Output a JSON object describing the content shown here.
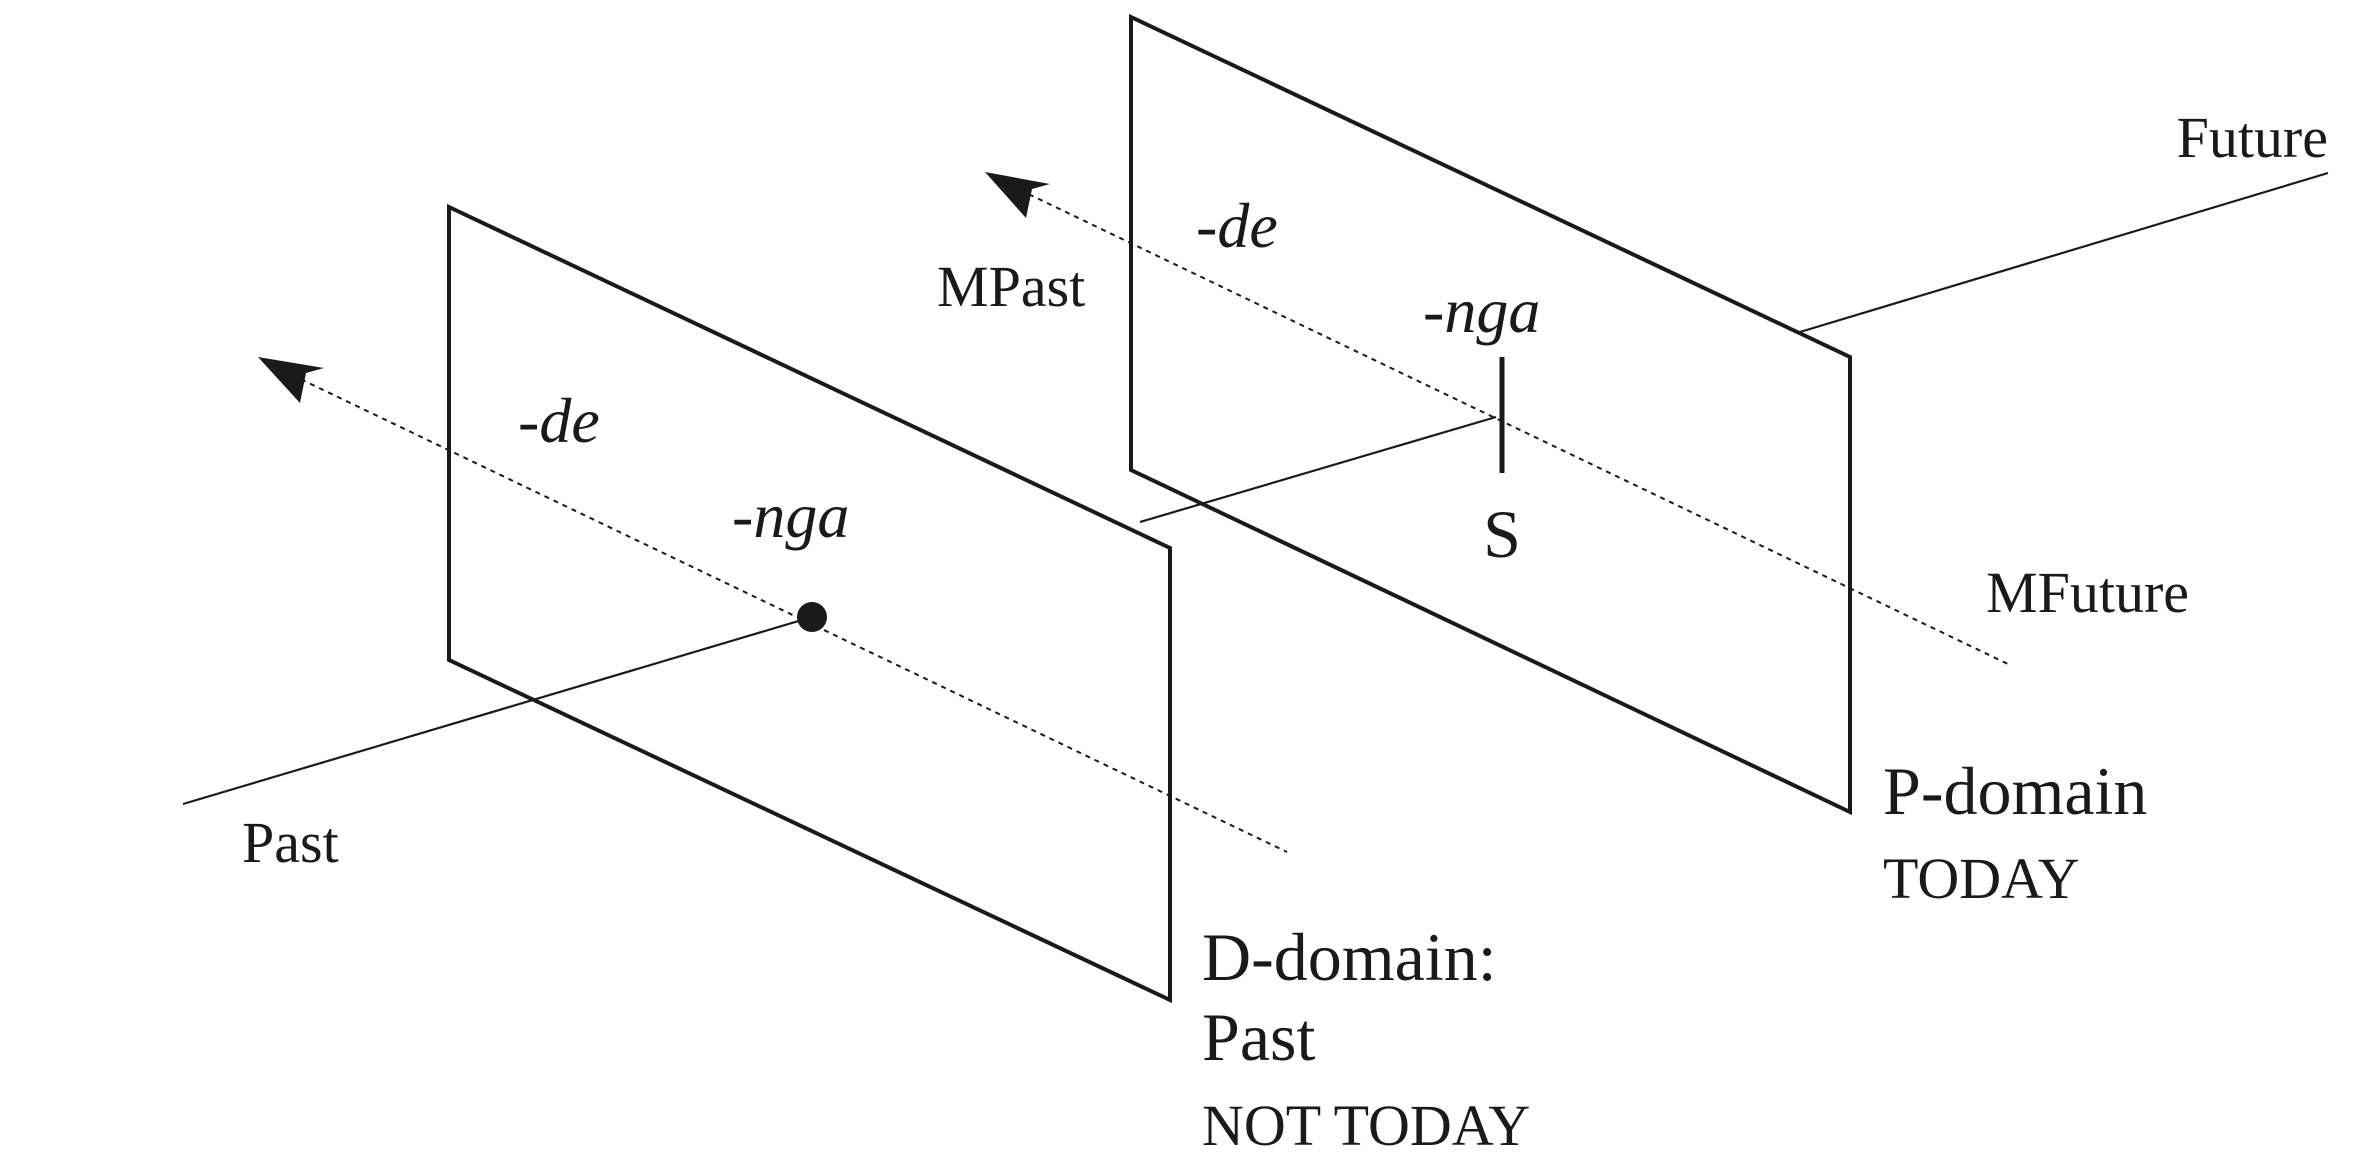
{
  "labels": {
    "future": "Future",
    "past": "Past",
    "mpast": "MPast",
    "mfuture": "MFuture",
    "s": "S",
    "d_de": "-de",
    "d_nga": "-nga",
    "p_de": "-de",
    "p_nga": "-nga",
    "d_domain_line1": "D-domain:",
    "d_domain_line2": "Past",
    "d_domain_line3": "NOT TODAY",
    "p_domain_line1": "P-domain",
    "p_domain_line2": "TODAY"
  },
  "colors": {
    "ink": "#1a1a1a",
    "background": "#ffffff"
  }
}
